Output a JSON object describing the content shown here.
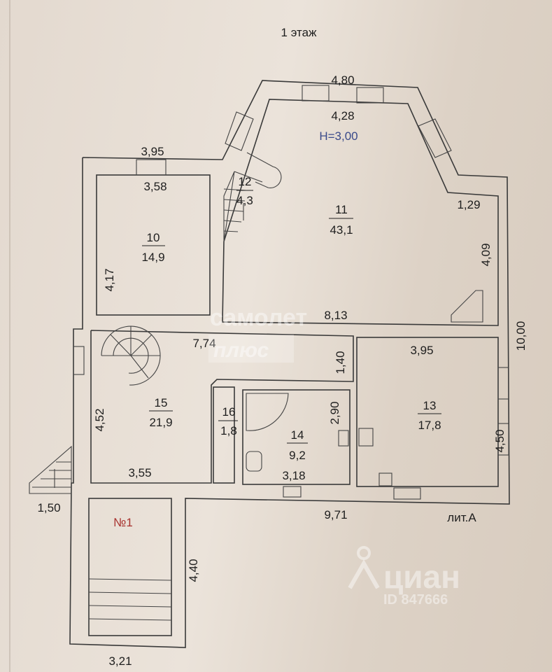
{
  "title": "1 этаж",
  "ceiling_height": "H=3,00",
  "building_label": "лит.А",
  "porch_label": "№1",
  "rooms": [
    {
      "number": "10",
      "area": "14,9"
    },
    {
      "number": "11",
      "area": "43,1"
    },
    {
      "number": "12",
      "area": "4,3"
    },
    {
      "number": "13",
      "area": "17,8"
    },
    {
      "number": "14",
      "area": "9,2"
    },
    {
      "number": "15",
      "area": "21,9"
    },
    {
      "number": "16",
      "area": "1,8"
    }
  ],
  "dimensions": {
    "top_outer": "4,80",
    "top_inner": "4,28",
    "room10_outer": "3,95",
    "room10_inner": "3,58",
    "room10_height": "4,17",
    "room11_corner": "1,29",
    "room11_height": "4,09",
    "room11_bottom": "8,13",
    "corridor_width": "7,74",
    "corridor_depth": "1,40",
    "room13_width": "3,95",
    "room13_height": "4,50",
    "overall_height": "10,00",
    "room15_height": "4,52",
    "room15_bottom": "3,55",
    "room14_height": "2,90",
    "room14_bottom": "3,18",
    "overall_bottom": "9,71",
    "stair_width": "1,50",
    "porch_length": "4,40",
    "porch_width": "3,21"
  },
  "watermarks": {
    "samolet_top": "самолет",
    "samolet_bottom": "плюс",
    "cian": "циан",
    "cian_id": "ID 847666"
  }
}
